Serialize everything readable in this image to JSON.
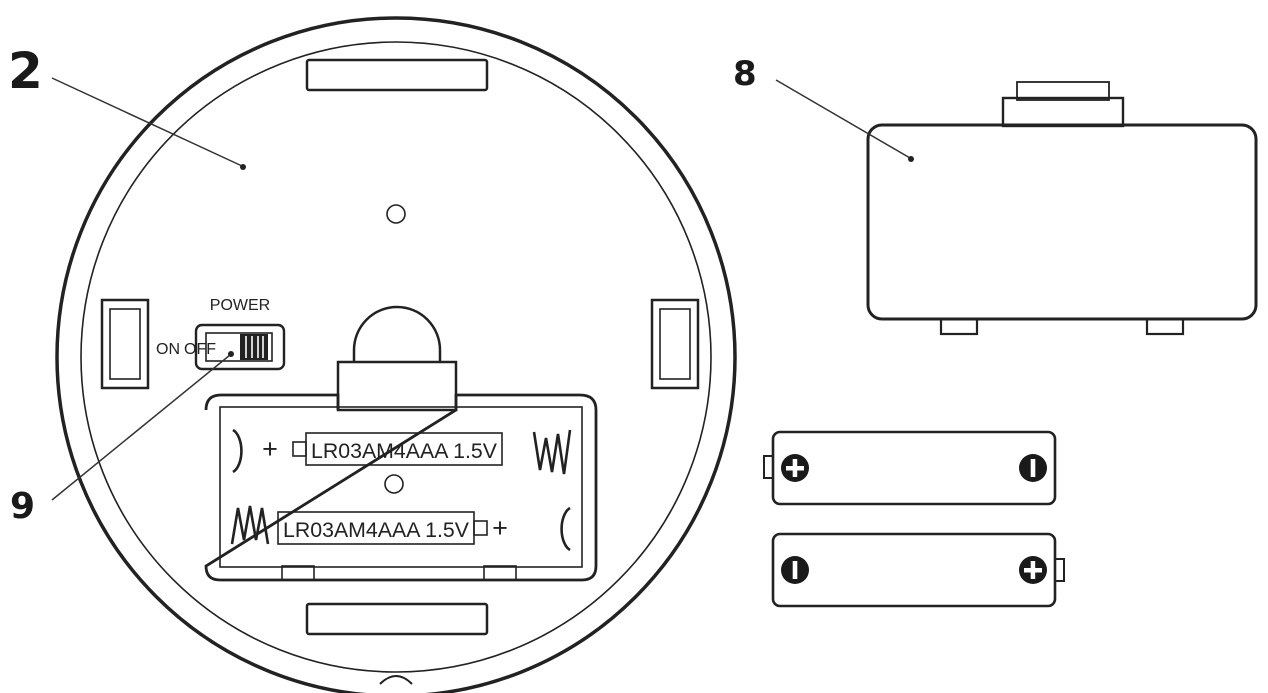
{
  "callouts": {
    "device_back": "2",
    "battery_cover": "8",
    "power_switch": "9"
  },
  "switch": {
    "title": "POWER",
    "on_label": "ON",
    "off_label": "OFF"
  },
  "battery_compartment": {
    "cell_1": {
      "polarity": "+",
      "label": "LR03AM4AAA 1.5V"
    },
    "cell_2": {
      "polarity": "+",
      "label": "LR03AM4AAA 1.5V"
    }
  },
  "colors": {
    "stroke": "#222222",
    "background": "#ffffff"
  }
}
